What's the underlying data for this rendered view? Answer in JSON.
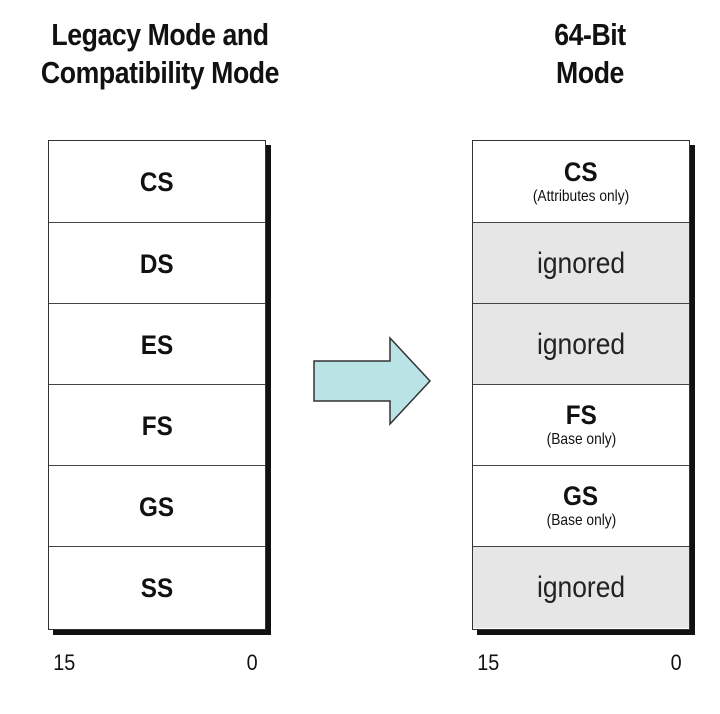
{
  "legacy": {
    "heading_line1": "Legacy Mode and",
    "heading_line2": "Compatibility Mode",
    "registers": [
      {
        "name": "CS"
      },
      {
        "name": "DS"
      },
      {
        "name": "ES"
      },
      {
        "name": "FS"
      },
      {
        "name": "GS"
      },
      {
        "name": "SS"
      }
    ],
    "bit_high": "15",
    "bit_low": "0"
  },
  "longmode": {
    "heading_line1": "64-Bit",
    "heading_line2": "Mode",
    "registers": [
      {
        "name": "CS",
        "note": "(Attributes only)"
      },
      {
        "name": "ignored"
      },
      {
        "name": "ignored"
      },
      {
        "name": "FS",
        "note": "(Base only)"
      },
      {
        "name": "GS",
        "note": "(Base only)"
      },
      {
        "name": "ignored"
      }
    ],
    "bit_high": "15",
    "bit_low": "0"
  },
  "colors": {
    "arrow_fill": "#b9e3e5",
    "ignored_fill": "#e6e6e6",
    "border": "#333333"
  }
}
